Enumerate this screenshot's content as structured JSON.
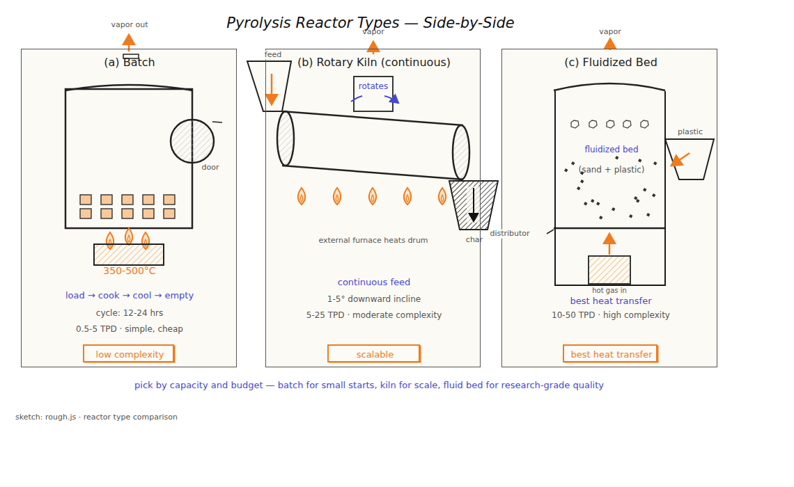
{
  "diagram": {
    "title": "Pyrolysis Reactor Types — Side-by-Side",
    "caption": "pick by capacity and budget — batch for small starts, kiln for scale, fluid bed for research-grade quality",
    "nodes": [
      {
        "text": [
          "(a) Batch",
          "load → cook → cool → empty",
          "cycle: 12-24 hrs",
          "0.5-5 TPD · simple, cheap"
        ]
      },
      {
        "text": [
          "low complexity"
        ],
        "in": 0
      },
      {
        "text": [
          "(b) Rotary Kiln (continuous)",
          "continuous feed",
          "1-5° downward incline",
          "5-25 TPD · moderate complexity"
        ]
      },
      {
        "text": [
          "scalable"
        ],
        "in": 2
      },
      {
        "text": [
          "(c) Fluidized Bed",
          "best heat transfer",
          "10-50 TPD · high complexity"
        ]
      },
      {
        "text": [
          "fluidized bed",
          "(sand + plastic)"
        ],
        "in": 4
      },
      {
        "text": [
          "best heat transfer"
        ],
        "in": 4
      }
    ],
    "labels": [
      "vapor out",
      "door",
      "350-500°C",
      "feed",
      "vapor",
      "rotates",
      "external furnace heats drum",
      "char",
      "distributor",
      "vapor",
      "plastic",
      "hot gas in",
      "sketch: rough.js · reactor type comparison"
    ]
  }
}
